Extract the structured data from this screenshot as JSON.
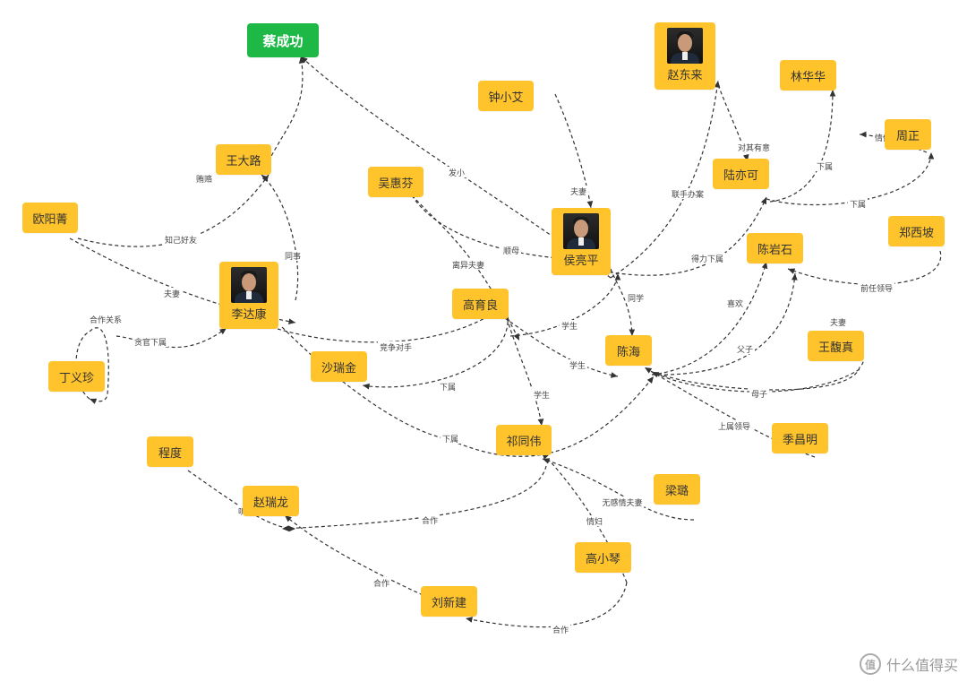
{
  "nodes": [
    {
      "id": "cai",
      "label": "蔡成功",
      "style": "green"
    },
    {
      "id": "zhaodl",
      "label": "赵东来",
      "style": "photo"
    },
    {
      "id": "linhh",
      "label": "林华华"
    },
    {
      "id": "zhongxa",
      "label": "钟小艾"
    },
    {
      "id": "zhouzheng",
      "label": "周正"
    },
    {
      "id": "wangdl",
      "label": "王大路"
    },
    {
      "id": "luyk",
      "label": "陆亦可"
    },
    {
      "id": "wuhf",
      "label": "吴惠芬"
    },
    {
      "id": "ouyj",
      "label": "欧阳菁"
    },
    {
      "id": "houlp",
      "label": "侯亮平",
      "style": "photo"
    },
    {
      "id": "zhengxp",
      "label": "郑西坡"
    },
    {
      "id": "chenys",
      "label": "陈岩石"
    },
    {
      "id": "lidk",
      "label": "李达康",
      "style": "photo"
    },
    {
      "id": "gaoyl",
      "label": "高育良"
    },
    {
      "id": "chenhai",
      "label": "陈海"
    },
    {
      "id": "wangfz",
      "label": "王馥真"
    },
    {
      "id": "shark",
      "label": "沙瑞金"
    },
    {
      "id": "dingyz",
      "label": "丁义珍"
    },
    {
      "id": "qitw",
      "label": "祁同伟"
    },
    {
      "id": "jicm",
      "label": "季昌明"
    },
    {
      "id": "chengdu",
      "label": "程度"
    },
    {
      "id": "lianglu",
      "label": "梁璐"
    },
    {
      "id": "zhaorl",
      "label": "赵瑞龙"
    },
    {
      "id": "gaoxq",
      "label": "高小琴"
    },
    {
      "id": "liuxj",
      "label": "刘新建"
    }
  ],
  "edges": [
    {
      "label": "贿赂"
    },
    {
      "label": "发小"
    },
    {
      "label": "知己好友"
    },
    {
      "label": "同事"
    },
    {
      "label": "夫妻"
    },
    {
      "label": "合作关系"
    },
    {
      "label": "贪官下属"
    },
    {
      "label": "竞争对手"
    },
    {
      "label": "下属"
    },
    {
      "label": "下属"
    },
    {
      "label": "夫妻"
    },
    {
      "label": "顺母"
    },
    {
      "label": "离异夫妻"
    },
    {
      "label": "联手办案"
    },
    {
      "label": "对其有意"
    },
    {
      "label": "得力下属"
    },
    {
      "label": "情侣"
    },
    {
      "label": "下属"
    },
    {
      "label": "下属"
    },
    {
      "label": "前任领导"
    },
    {
      "label": "同学"
    },
    {
      "label": "学生"
    },
    {
      "label": "学生"
    },
    {
      "label": "喜欢"
    },
    {
      "label": "父子"
    },
    {
      "label": "夫妻"
    },
    {
      "label": "母子"
    },
    {
      "label": "上属领导"
    },
    {
      "label": "学生"
    },
    {
      "label": "无感情夫妻"
    },
    {
      "label": "情妇"
    },
    {
      "label": "合作"
    },
    {
      "label": "听令"
    },
    {
      "label": "合作"
    },
    {
      "label": "合作"
    }
  ],
  "watermark": {
    "icon": "值",
    "text": "什么值得买"
  }
}
